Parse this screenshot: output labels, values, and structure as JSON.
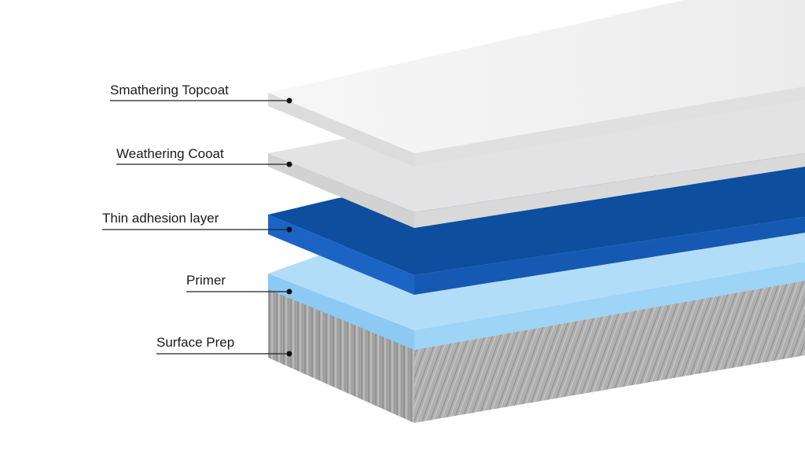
{
  "layers": [
    {
      "label": "Smathering Topcoat",
      "color": "#f0f0f0"
    },
    {
      "label": "Weathering Cooat",
      "color": "#e6e6e6"
    },
    {
      "label": "Thin adhesion layer",
      "color": "#1565c0"
    },
    {
      "label": "Primer",
      "color": "#9fd3f6"
    },
    {
      "label": "Surface Prep",
      "color": "#a9a9a9"
    }
  ]
}
